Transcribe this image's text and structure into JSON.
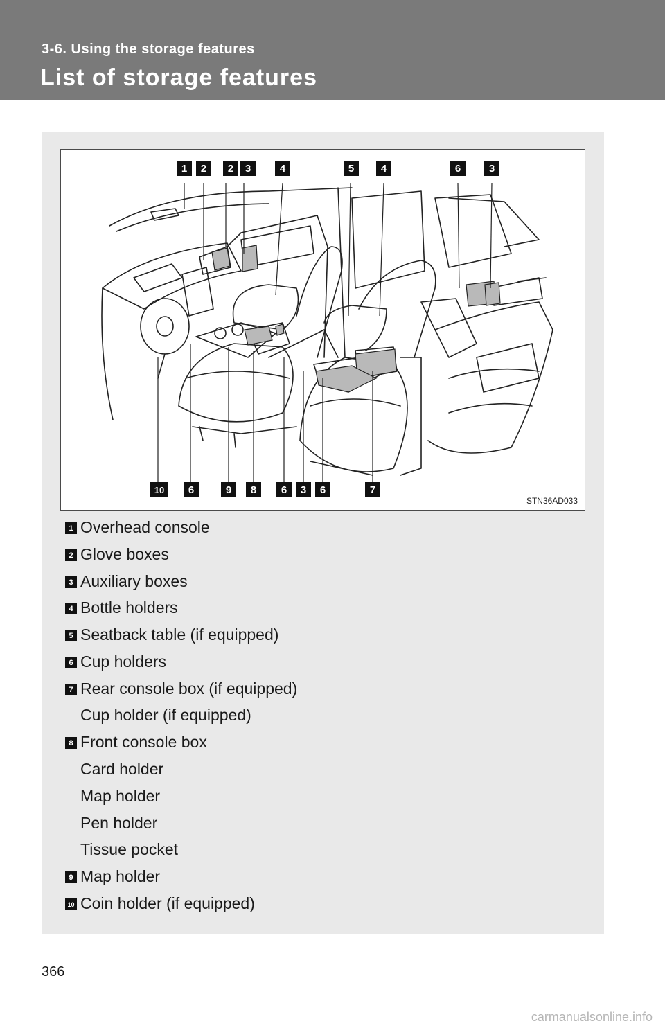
{
  "header": {
    "section": "3-6. Using the storage features",
    "title": "List of storage features"
  },
  "figure": {
    "code": "STN36AD033",
    "top_callouts": [
      "1",
      "2",
      "2",
      "3",
      "4",
      "5",
      "4",
      "6",
      "3"
    ],
    "bottom_callouts": [
      "10",
      "6",
      "9",
      "8",
      "6",
      "3",
      "6",
      "7"
    ]
  },
  "items": [
    {
      "num": "1",
      "lines": [
        "Overhead console"
      ]
    },
    {
      "num": "2",
      "lines": [
        "Glove boxes"
      ]
    },
    {
      "num": "3",
      "lines": [
        "Auxiliary boxes"
      ]
    },
    {
      "num": "4",
      "lines": [
        "Bottle holders"
      ]
    },
    {
      "num": "5",
      "lines": [
        "Seatback table (if equipped)"
      ]
    },
    {
      "num": "6",
      "lines": [
        "Cup holders"
      ]
    },
    {
      "num": "7",
      "lines": [
        "Rear console box (if equipped)",
        "Cup holder (if equipped)"
      ]
    },
    {
      "num": "8",
      "lines": [
        "Front console box",
        "Card holder",
        "Map holder",
        "Pen holder",
        "Tissue pocket"
      ]
    },
    {
      "num": "9",
      "lines": [
        "Map holder"
      ]
    },
    {
      "num": "10",
      "lines": [
        "Coin holder (if equipped)"
      ]
    }
  ],
  "page_number": "366",
  "watermark": "carmanualsonline.info"
}
